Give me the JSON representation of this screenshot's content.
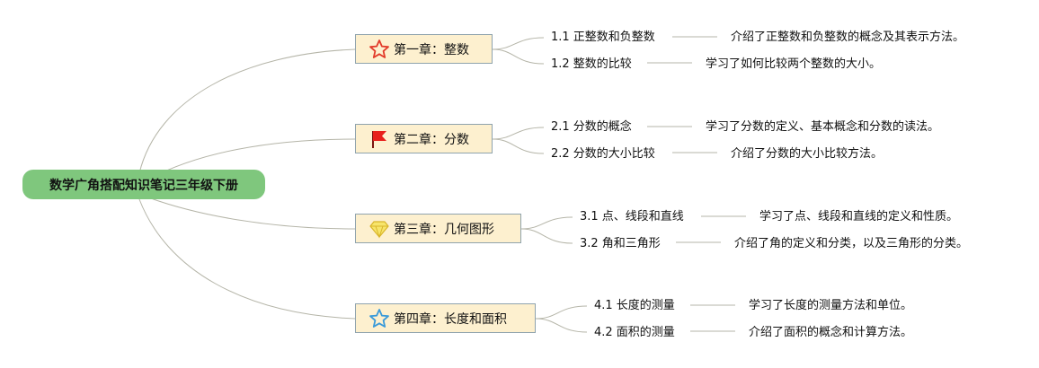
{
  "root": {
    "label": "数学广角搭配知识笔记三年级下册"
  },
  "chapters": [
    {
      "label": "第一章：整数",
      "icon": "star-outline-icon",
      "icon_color": "#e23b2a",
      "topics": [
        {
          "label": "1.1 正整数和负整数",
          "note": "介绍了正整数和负整数的概念及其表示方法。"
        },
        {
          "label": "1.2 整数的比较",
          "note": "学习了如何比较两个整数的大小。"
        }
      ]
    },
    {
      "label": "第二章：分数",
      "icon": "flag-icon",
      "icon_color": "#e8211c",
      "topics": [
        {
          "label": "2.1 分数的概念",
          "note": "学习了分数的定义、基本概念和分数的读法。"
        },
        {
          "label": "2.2 分数的大小比较",
          "note": "介绍了分数的大小比较方法。"
        }
      ]
    },
    {
      "label": "第三章：几何图形",
      "icon": "diamond-icon",
      "icon_color": "#f2d23a",
      "topics": [
        {
          "label": "3.1 点、线段和直线",
          "note": "学习了点、线段和直线的定义和性质。"
        },
        {
          "label": "3.2 角和三角形",
          "note": "介绍了角的定义和分类，以及三角形的分类。"
        }
      ]
    },
    {
      "label": "第四章：长度和面积",
      "icon": "star-outline-icon",
      "icon_color": "#3a9ad9",
      "topics": [
        {
          "label": "4.1 长度的测量",
          "note": "学习了长度的测量方法和单位。"
        },
        {
          "label": "4.2 面积的测量",
          "note": "介绍了面积的概念和计算方法。"
        }
      ]
    }
  ],
  "colors": {
    "link": "#b5b5a8",
    "root_fill": "#7fc77d",
    "chapter_fill": "#fdf0cf",
    "chapter_border": "#8fa3ad"
  }
}
